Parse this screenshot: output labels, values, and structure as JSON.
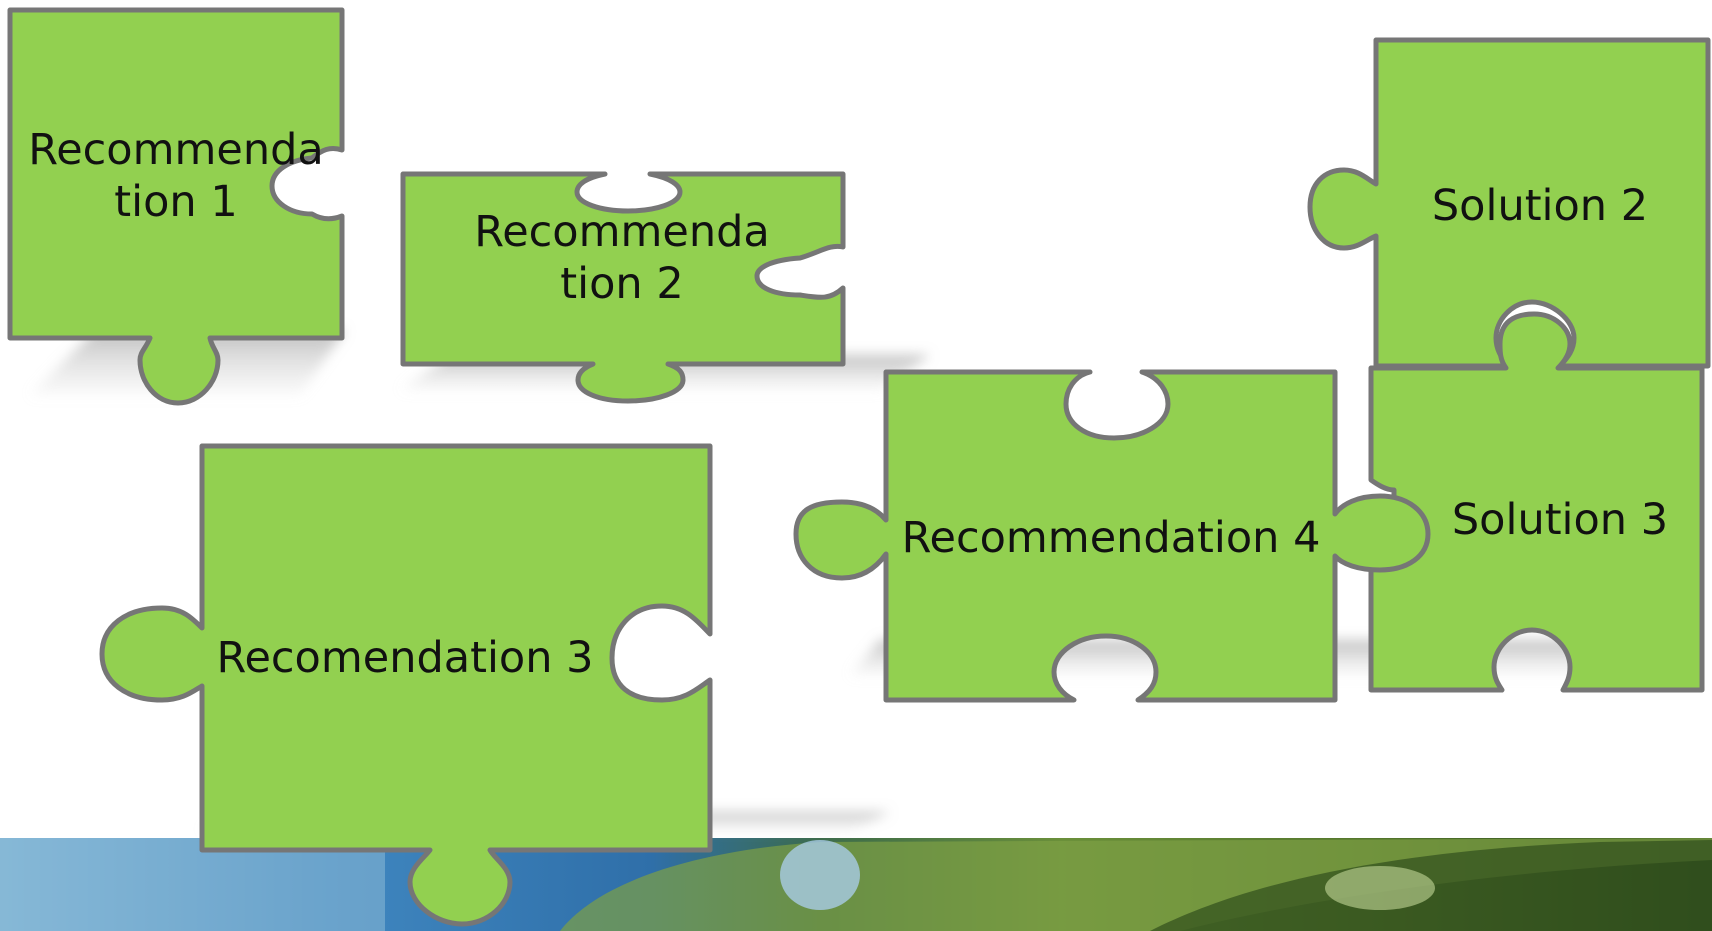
{
  "pieces": {
    "recommendation_1": {
      "label_line1": "Recommenda",
      "label_line2": "tion 1"
    },
    "recommendation_2": {
      "label_line1": "Recommenda",
      "label_line2": "tion 2"
    },
    "recommendation_3": {
      "label": "Recomendation 3"
    },
    "recommendation_4": {
      "label": "Recommendation 4"
    },
    "solution_2": {
      "label": "Solution 2"
    },
    "solution_3": {
      "label": "Solution 3"
    }
  },
  "colors": {
    "piece_fill": "#92d050",
    "piece_border": "#767676",
    "piece_text": "#111111",
    "background": "#ffffff"
  }
}
